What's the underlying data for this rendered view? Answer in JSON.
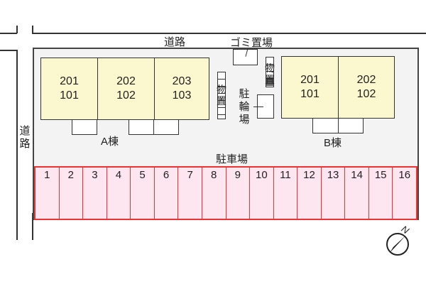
{
  "roads": {
    "top_label": "道路",
    "left_label": "道路"
  },
  "building_a": {
    "label": "A棟",
    "units": [
      {
        "upper": "201",
        "lower": "101"
      },
      {
        "upper": "202",
        "lower": "102"
      },
      {
        "upper": "203",
        "lower": "103"
      }
    ]
  },
  "building_b": {
    "label": "B棟",
    "units": [
      {
        "upper": "201",
        "lower": "101"
      },
      {
        "upper": "202",
        "lower": "102"
      }
    ]
  },
  "facilities": {
    "garbage": "ゴミ置場",
    "bicycle_parking": "駐輪場",
    "storage_a": "物置",
    "storage_b": "物置"
  },
  "parking": {
    "label": "駐車場",
    "spaces": [
      "1",
      "2",
      "3",
      "4",
      "5",
      "6",
      "7",
      "8",
      "9",
      "10",
      "11",
      "12",
      "13",
      "14",
      "15",
      "16"
    ]
  },
  "compass": {
    "north_label": "N",
    "icon": "compass-icon"
  },
  "colors": {
    "building_fill": "#fbf7cf",
    "parking_fill": "#fde6ef",
    "parking_border": "#e33333",
    "site_fill": "#f3f3f3"
  }
}
